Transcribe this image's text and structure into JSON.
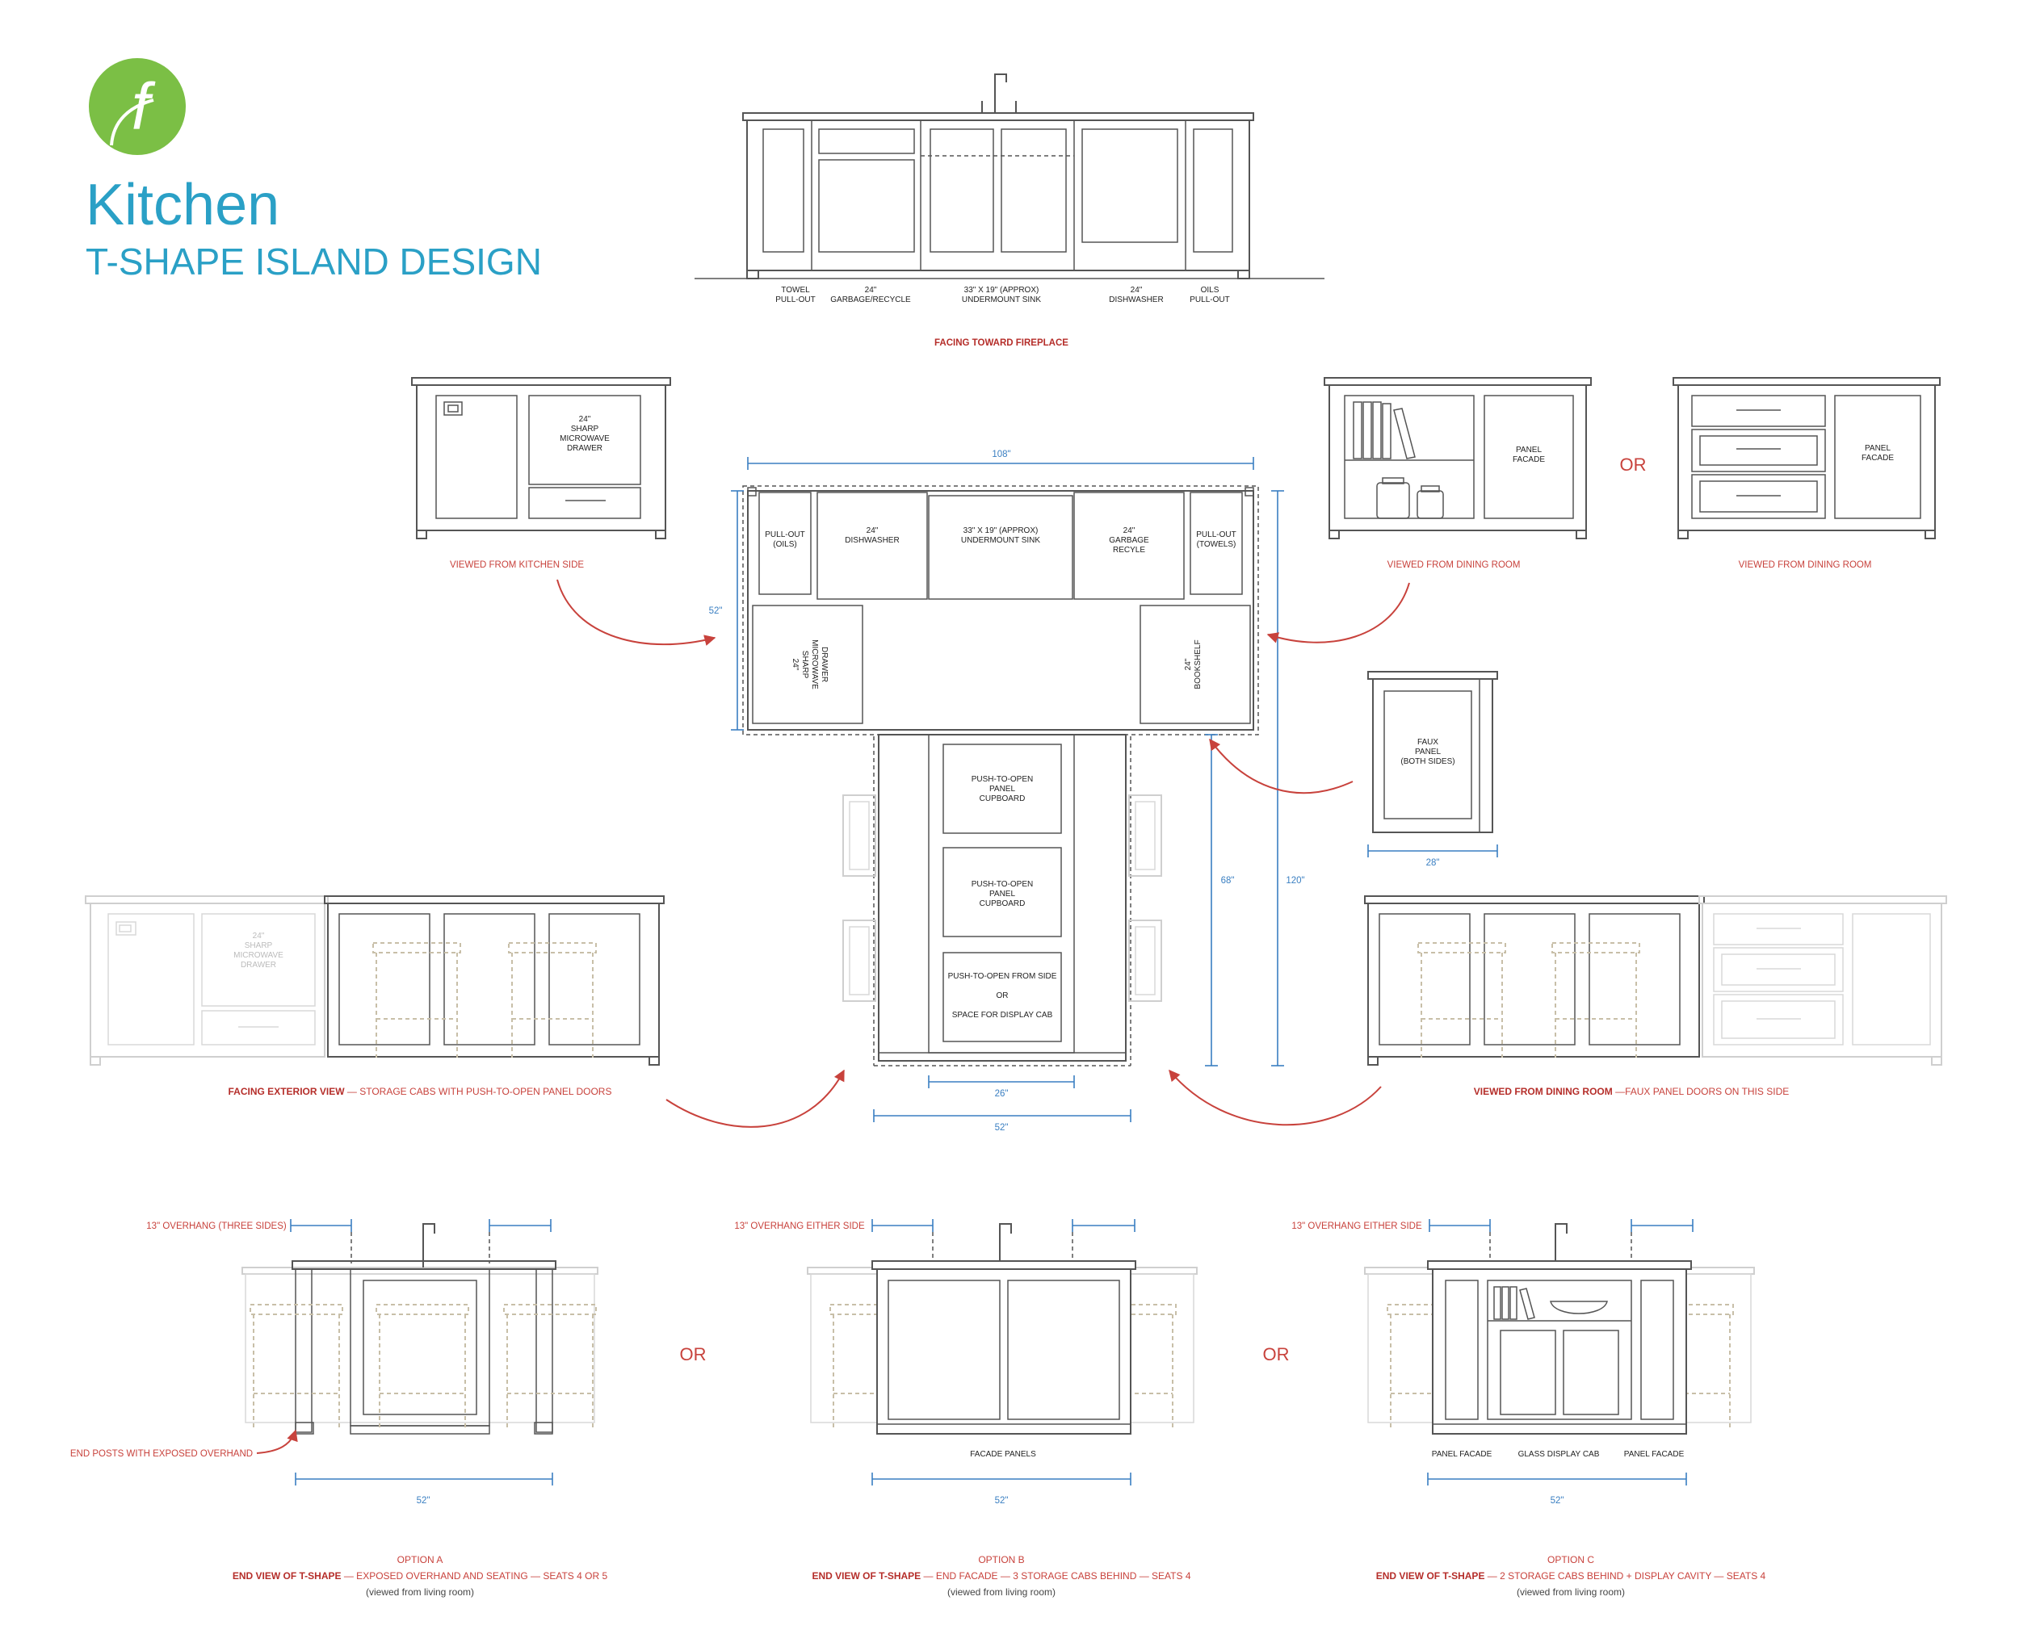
{
  "header": {
    "logo_letter": "f",
    "title": "Kitchen",
    "subtitle": "T-SHAPE ISLAND DESIGN"
  },
  "colors": {
    "title_blue": "#2aa0c6",
    "logo_green": "#7bbf45",
    "caption_red": "#c8423c",
    "dimension_blue": "#3a7fc2"
  },
  "top_elevation": {
    "labels": [
      {
        "l1": "TOWEL",
        "l2": "PULL-OUT"
      },
      {
        "l1": "24\"",
        "l2": "GARBAGE/RECYCLE"
      },
      {
        "l1": "33\" X 19\" (APPROX)",
        "l2": "UNDERMOUNT SINK"
      },
      {
        "l1": "24\"",
        "l2": "DISHWASHER"
      },
      {
        "l1": "OILS",
        "l2": "PULL-OUT"
      }
    ],
    "caption": "FACING TOWARD FIREPLACE"
  },
  "kitchen_side": {
    "microwave": [
      "24\"",
      "SHARP",
      "MICROWAVE",
      "DRAWER"
    ],
    "caption": "VIEWED FROM KITCHEN SIDE"
  },
  "dining_a": {
    "panel": [
      "PANEL",
      "FACADE"
    ],
    "caption": "VIEWED FROM DINING ROOM"
  },
  "or_label": "OR",
  "dining_b": {
    "panel": [
      "PANEL",
      "FACADE"
    ],
    "caption": "VIEWED FROM DINING ROOM"
  },
  "plan": {
    "top_width": "108\"",
    "left_depth": "52\"",
    "stem_length": "68\"",
    "total_length": "120\"",
    "cab_width": "26\"",
    "stem_width": "52\"",
    "cells": {
      "pullout_oils": [
        "PULL-OUT",
        "(OILS)"
      ],
      "dishwasher": [
        "24\"",
        "DISHWASHER"
      ],
      "sink": [
        "33\" X 19\" (APPROX)",
        "UNDERMOUNT SINK"
      ],
      "garbage": [
        "24\"",
        "GARBAGE",
        "RECYLE"
      ],
      "pullout_towels": [
        "PULL-OUT",
        "(TOWELS)"
      ],
      "microwave": [
        "24\"",
        "SHARP",
        "MICROWAVE",
        "DRAWER"
      ],
      "bookshelf": [
        "24\"",
        "BOOKSHELF"
      ],
      "cupboard1": [
        "PUSH-TO-OPEN",
        "PANEL",
        "CUPBOARD"
      ],
      "cupboard2": [
        "PUSH-TO-OPEN",
        "PANEL",
        "CUPBOARD"
      ],
      "cupboard3": [
        "PUSH-TO-OPEN FROM SIDE",
        "OR",
        "SPACE FOR DISPLAY CAB"
      ]
    }
  },
  "faux_panel": {
    "text": [
      "FAUX",
      "PANEL",
      "(BOTH SIDES)"
    ],
    "width": "28\""
  },
  "exterior": {
    "ghost_microwave": [
      "24\"",
      "SHARP",
      "MICROWAVE",
      "DRAWER"
    ],
    "caption_bold": "FACING EXTERIOR VIEW",
    "caption_rest": " — STORAGE CABS WITH PUSH-TO-OPEN PANEL DOORS"
  },
  "dining_faux": {
    "caption_bold": "VIEWED FROM DINING ROOM",
    "caption_rest": " —FAUX PANEL DOORS ON THIS SIDE"
  },
  "options": [
    {
      "overhang": "13\" OVERHANG (THREE SIDES)",
      "note": "END POSTS WITH EXPOSED OVERHAND",
      "width": "52\"",
      "name": "OPTION A",
      "desc_bold": "END VIEW OF T-SHAPE",
      "desc_rest": " — EXPOSED OVERHAND AND SEATING — SEATS 4 OR 5",
      "viewed": "(viewed from living room)"
    },
    {
      "overhang": "13\" OVERHANG EITHER SIDE",
      "label": "FACADE PANELS",
      "width": "52\"",
      "name": "OPTION B",
      "desc_bold": "END VIEW OF T-SHAPE",
      "desc_rest": " — END FACADE — 3 STORAGE CABS BEHIND — SEATS 4",
      "viewed": "(viewed from living room)"
    },
    {
      "overhang": "13\" OVERHANG EITHER SIDE",
      "labels": [
        "PANEL FACADE",
        "GLASS DISPLAY CAB",
        "PANEL FACADE"
      ],
      "width": "52\"",
      "name": "OPTION C",
      "desc_bold": "END VIEW OF T-SHAPE",
      "desc_rest": " — 2 STORAGE CABS BEHIND + DISPLAY CAVITY — SEATS 4",
      "viewed": "(viewed from living room)"
    }
  ]
}
